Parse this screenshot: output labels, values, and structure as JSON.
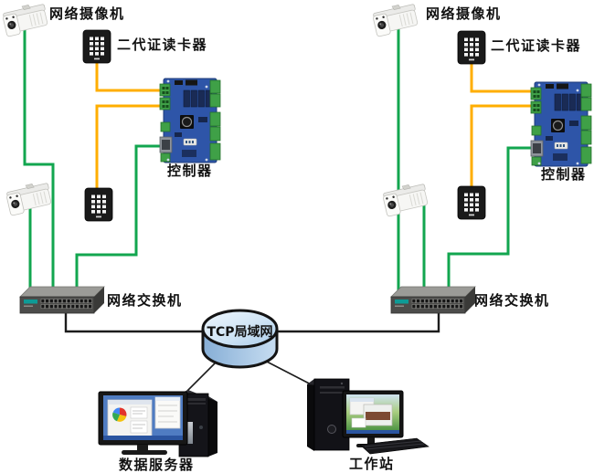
{
  "labels": {
    "camera": "网络摄像机",
    "reader": "二代证读卡器",
    "controller": "控制器",
    "switch": "网络交换机",
    "lan": "TCP局域网",
    "server": "数据服务器",
    "workstation": "工作站"
  },
  "colors": {
    "cable-green": "#12A64F",
    "cable-yellow": "#FFAE00",
    "cable-black": "#1C1C1C",
    "pcb-blue": "#2E55A8",
    "terminal-green": "#3FA047",
    "cloud-stroke": "#141414",
    "cloud-top": "#D9EAF8",
    "cloud-body": "#9FC2E4",
    "switch-top": "#9B9B97",
    "switch-front": "#4C4C4A",
    "label-color": "#111111"
  },
  "topology": {
    "nodes": [
      "camera-1-left",
      "camera-2-left",
      "reader-1-left",
      "reader-2-left",
      "controller-left",
      "switch-left",
      "camera-1-right",
      "camera-2-right",
      "reader-1-right",
      "reader-2-right",
      "controller-right",
      "switch-right",
      "tcp-lan",
      "data-server",
      "workstation"
    ],
    "edges": [
      {
        "from": "camera-1-left",
        "to": "switch-left",
        "cable": "green"
      },
      {
        "from": "camera-2-left",
        "to": "switch-left",
        "cable": "green"
      },
      {
        "from": "reader-1-left",
        "to": "controller-left",
        "cable": "yellow"
      },
      {
        "from": "reader-2-left",
        "to": "controller-left",
        "cable": "yellow"
      },
      {
        "from": "controller-left",
        "to": "switch-left",
        "cable": "green"
      },
      {
        "from": "switch-left",
        "to": "tcp-lan",
        "cable": "black"
      },
      {
        "from": "camera-1-right",
        "to": "switch-right",
        "cable": "green"
      },
      {
        "from": "camera-2-right",
        "to": "switch-right",
        "cable": "green"
      },
      {
        "from": "reader-1-right",
        "to": "controller-right",
        "cable": "yellow"
      },
      {
        "from": "reader-2-right",
        "to": "controller-right",
        "cable": "yellow"
      },
      {
        "from": "controller-right",
        "to": "switch-right",
        "cable": "green"
      },
      {
        "from": "switch-right",
        "to": "tcp-lan",
        "cable": "black"
      },
      {
        "from": "tcp-lan",
        "to": "data-server",
        "cable": "black"
      },
      {
        "from": "tcp-lan",
        "to": "workstation",
        "cable": "black"
      }
    ]
  }
}
